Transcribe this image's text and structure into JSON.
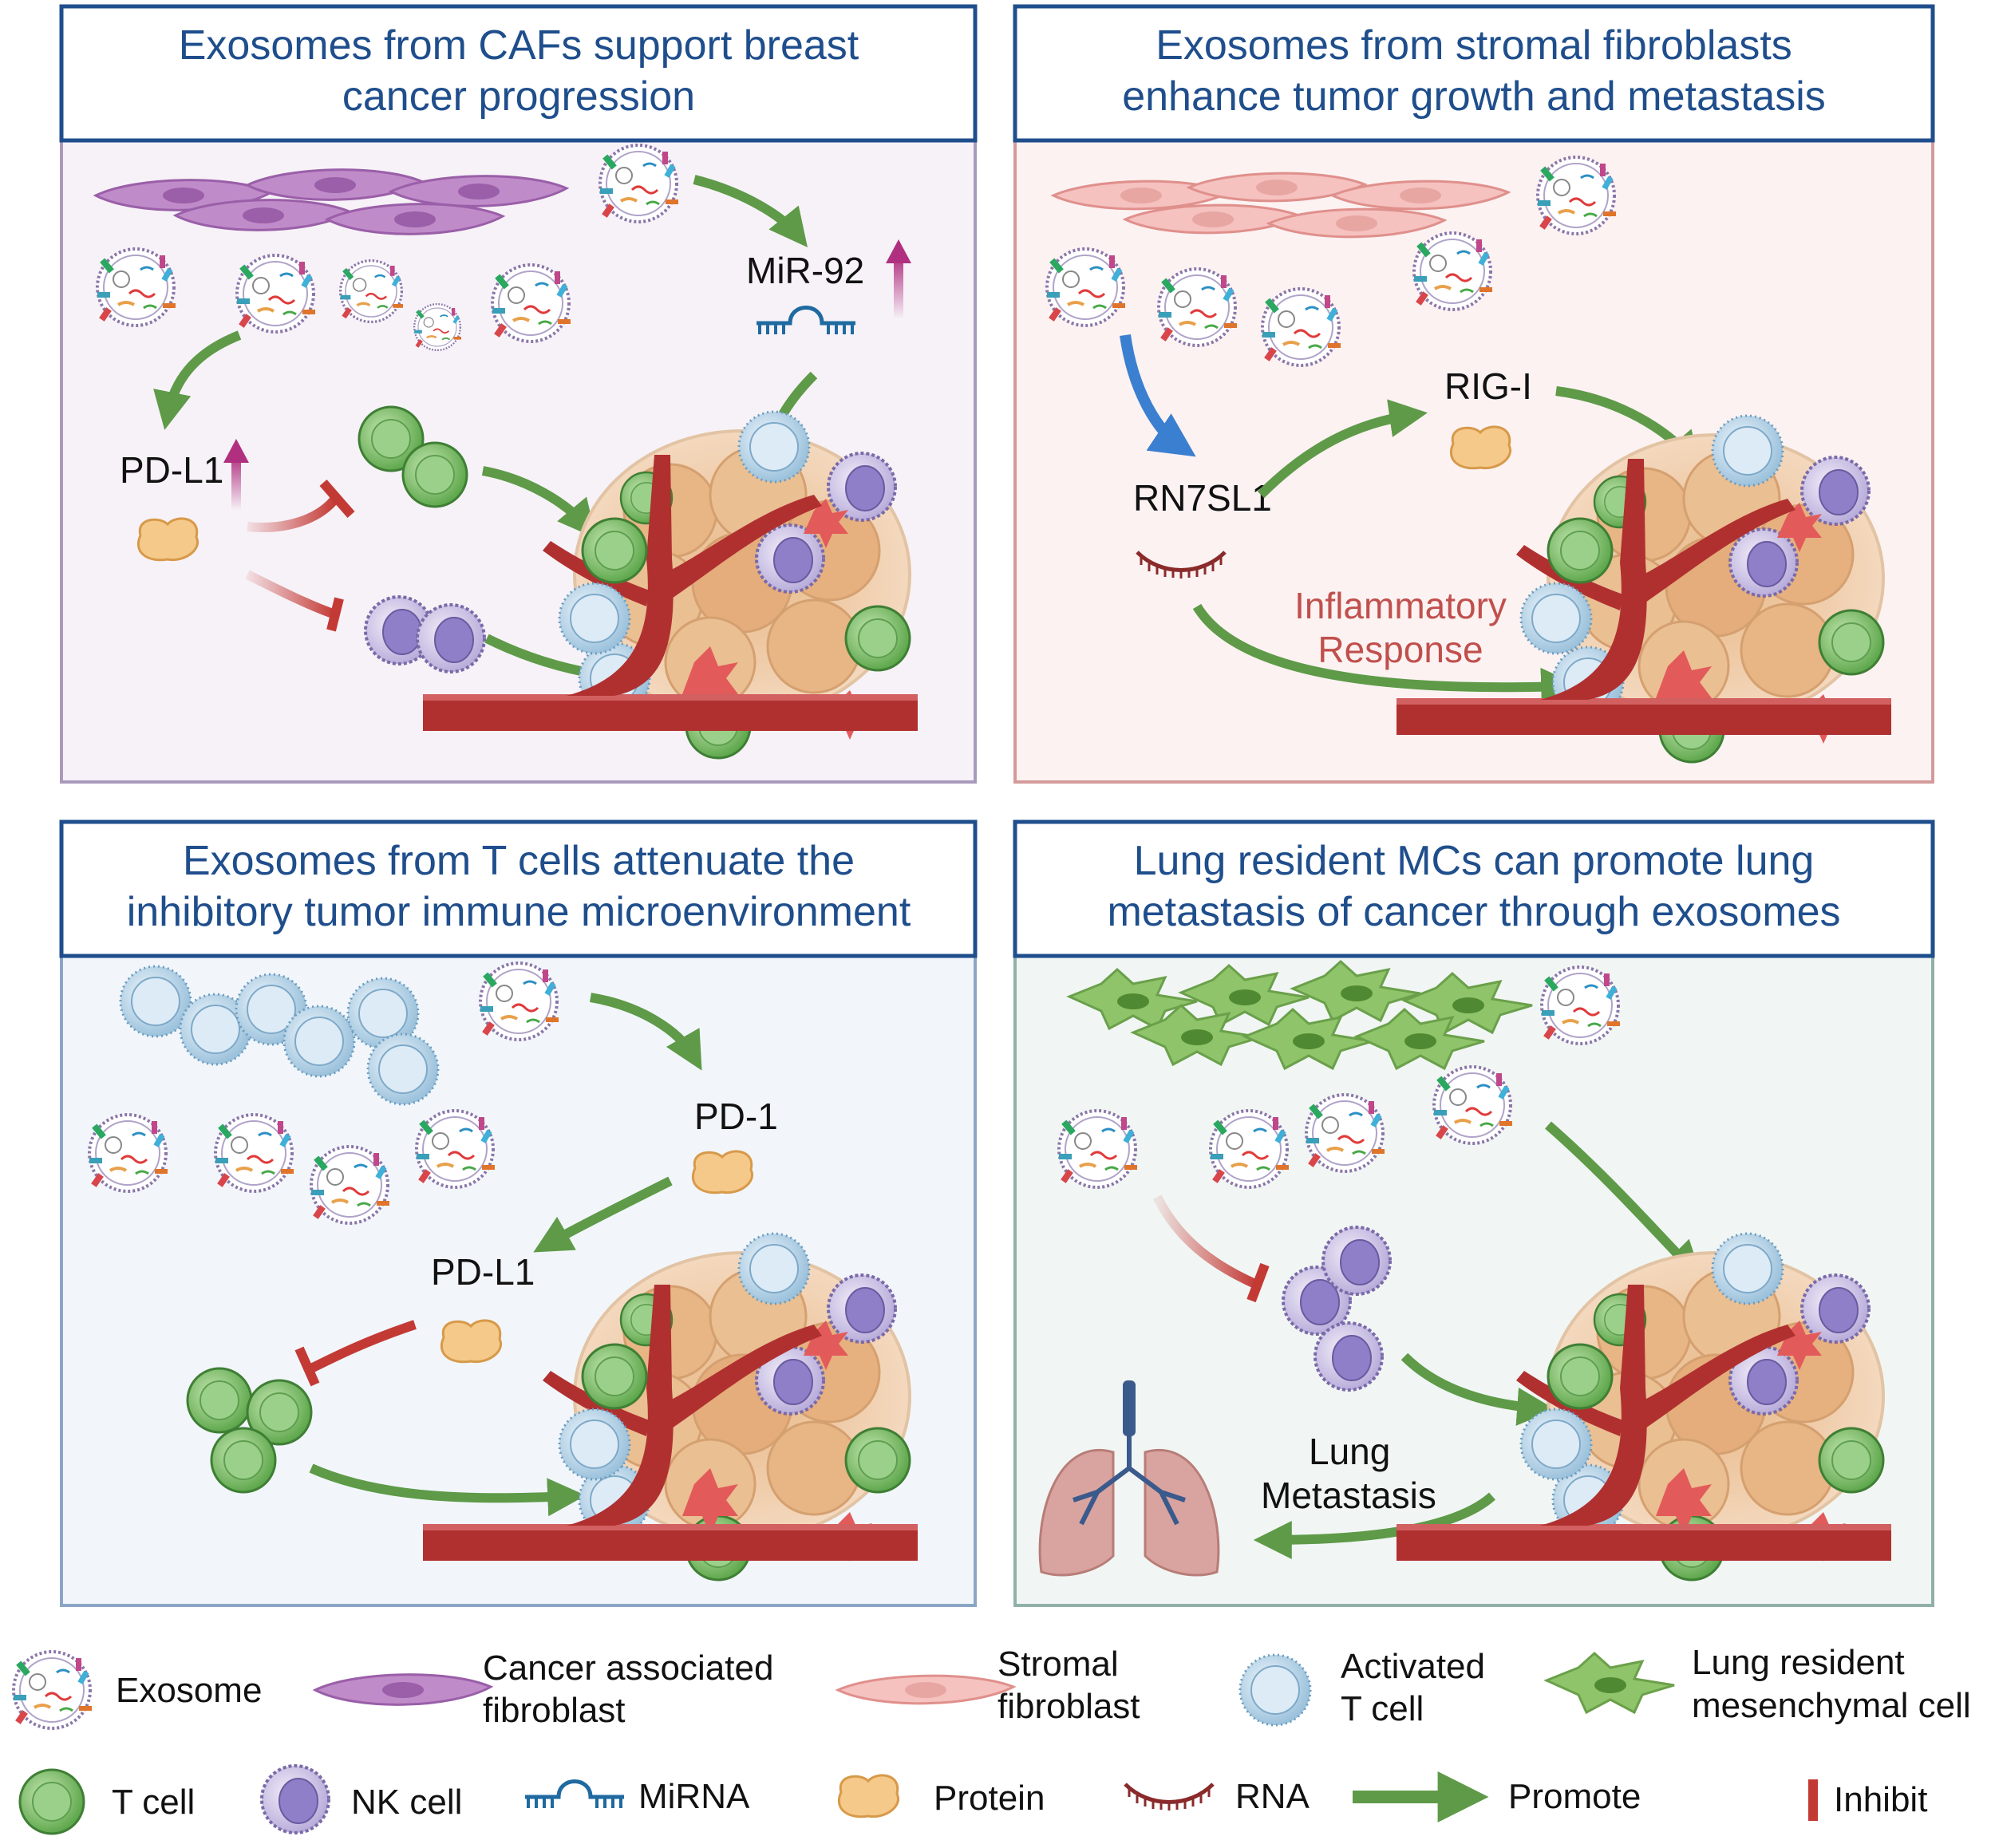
{
  "panels": [
    {
      "title_line1": "Exosomes from CAFs support breast",
      "title_line2": "cancer progression",
      "label_mir": "MiR-92",
      "label_pdl1": "PD-L1",
      "colors": {
        "bg": "#f7f2f8",
        "border": "#a99abd"
      }
    },
    {
      "title_line1": "Exosomes from stromal fibroblasts",
      "title_line2": "enhance tumor growth and metastasis",
      "label_rig": "RIG-I",
      "label_rn": "RN7SL1",
      "label_infl1": "Inflammatory",
      "label_infl2": "Response",
      "colors": {
        "bg": "#fcf2f2",
        "border": "#d49a9a"
      }
    },
    {
      "title_line1": "Exosomes from T cells attenuate the",
      "title_line2": "inhibitory tumor immune microenvironment",
      "label_pd1": "PD-1",
      "label_pdl1": "PD-L1",
      "colors": {
        "bg": "#f2f6fb",
        "border": "#8aa6c4"
      }
    },
    {
      "title_line1": "Lung resident MCs can promote lung",
      "title_line2": "metastasis of cancer through exosomes",
      "label_lung1": "Lung",
      "label_lung2": "Metastasis",
      "colors": {
        "bg": "#f1f6f4",
        "border": "#90b0a8"
      }
    }
  ],
  "legend": {
    "exosome": "Exosome",
    "caf1": "Cancer associated",
    "caf2": "fibroblast",
    "stromal1": "Stromal",
    "stromal2": "fibroblast",
    "activated1": "Activated",
    "activated2": "T cell",
    "lung1": "Lung resident",
    "lung2": "mesenchymal cell",
    "tcell": "T cell",
    "nkcell": "NK cell",
    "mirna": "MiRNA",
    "protein": "Protein",
    "rna": "RNA",
    "promote": "Promote",
    "inhibit": "Inhibit"
  },
  "colors": {
    "title": "#1f4e8c",
    "promote_arrow": "#5e9a48",
    "inhibit": "#c33a35",
    "up_arrow": "#b0307f",
    "blue_arrow": "#3b7fd0",
    "vessel": "#b03030"
  }
}
